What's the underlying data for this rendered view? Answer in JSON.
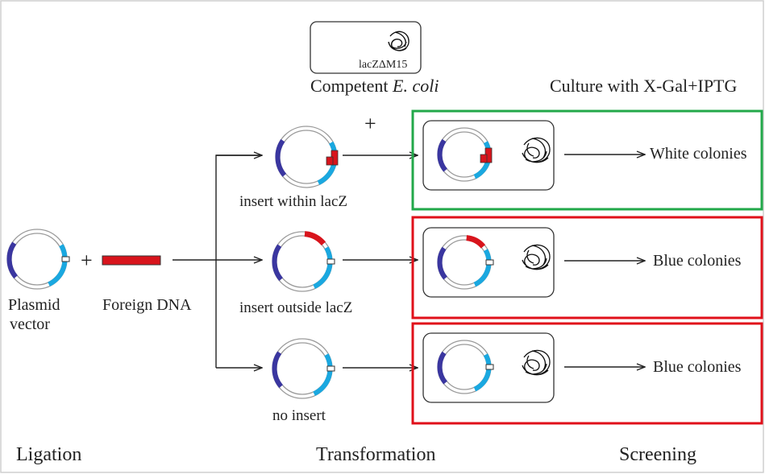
{
  "title": {
    "competent_prefix": "Competent ",
    "competent_species": "E. coli",
    "lacz_label": "lacZΔM15",
    "culture": "Culture with X-Gal+IPTG"
  },
  "symbols": {
    "plus": "+"
  },
  "left": {
    "plasmid_line1": "Plasmid",
    "plasmid_line2": "vector",
    "foreign_dna": "Foreign DNA"
  },
  "outcomes": [
    {
      "label": "insert within lacZ",
      "result": "White colonies",
      "box_color": "#22a84a"
    },
    {
      "label": "insert outside lacZ",
      "result": "Blue colonies",
      "box_color": "#e0101a"
    },
    {
      "label": "no insert",
      "result": "Blue colonies",
      "box_color": "#e0101a"
    }
  ],
  "steps": {
    "ligation": "Ligation",
    "transformation": "Transformation",
    "screening": "Screening"
  },
  "colors": {
    "dark_blue_segment": "#3a36a0",
    "light_blue_segment": "#1aa8e0",
    "insert_red": "#d8141c",
    "ring_gray": "#9a9a9a"
  }
}
